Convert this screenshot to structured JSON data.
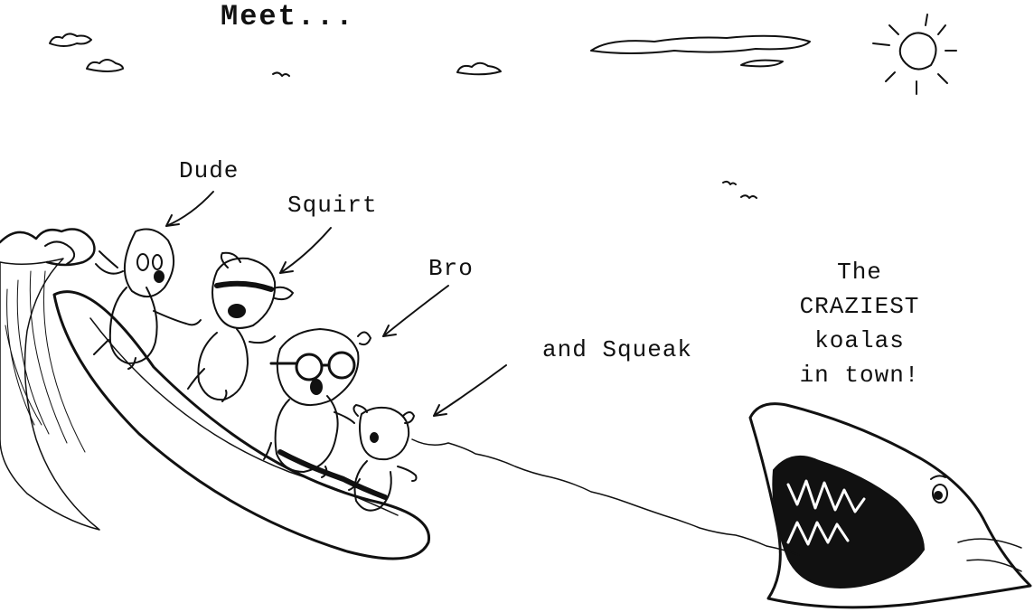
{
  "title": "Meet...",
  "characters": {
    "dude": "Dude",
    "squirt": "Squirt",
    "bro": "Bro",
    "squeak": "and Squeak"
  },
  "tagline": [
    "The",
    "CRAZIEST",
    "koalas",
    "in town!"
  ],
  "colors": {
    "ink": "#111111",
    "paper": "#ffffff"
  },
  "icons": [
    "sun-icon",
    "cloud-icon",
    "bird-icon",
    "wave-icon",
    "surfboard-icon",
    "koala-icon",
    "shark-icon",
    "arrow-icon"
  ]
}
